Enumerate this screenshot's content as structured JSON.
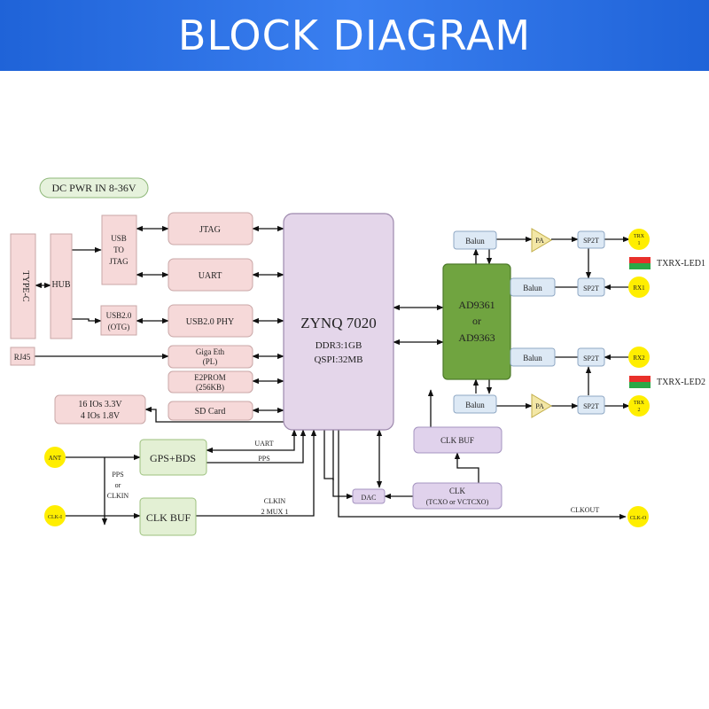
{
  "banner": {
    "title": "BLOCK DIAGRAM"
  },
  "colors": {
    "banner": "#2a6fe6",
    "pink": "#f6d9d9",
    "purple": "#e0d2ec",
    "zynq": "#e4d6ea",
    "green_box": "#e3f0d4",
    "ad_chip": "#70a440",
    "balun": "#dde9f5",
    "pa": "#f3e7a6",
    "port": "#ffee00",
    "led_red": "#e8302a",
    "led_green": "#2aa847"
  },
  "power": {
    "label": "DC PWR IN 8-36V"
  },
  "left": {
    "type_c": "TYPE-C",
    "hub": "HUB",
    "usb_jtag": [
      "USB",
      "TO",
      "JTAG"
    ],
    "usb_otg": [
      "USB2.0",
      "(OTG)"
    ],
    "rj45": "RJ45",
    "io_lines": [
      "16 IOs 3.3V",
      "4 IOs 1.8V"
    ]
  },
  "periph": {
    "jtag": "JTAG",
    "uart": "UART",
    "usb_phy": "USB2.0 PHY",
    "eth": [
      "Giga Eth",
      "(PL)"
    ],
    "e2prom": [
      "E2PROM",
      "(256KB)"
    ],
    "sd": "SD Card"
  },
  "zynq": {
    "title": "ZYNQ 7020",
    "ddr": "DDR3:1GB",
    "qspi": "QSPI:32MB"
  },
  "gps": {
    "label": "GPS+BDS",
    "ant": "ANT",
    "uart": "UART",
    "pps": "PPS",
    "pps_clkin": [
      "PPS",
      "or",
      "CLKIN"
    ]
  },
  "clkbuf_left": {
    "label": "CLK BUF",
    "clk_i": "CLK-I",
    "clkin": [
      "CLKIN",
      "2 MUX 1"
    ]
  },
  "clk": {
    "buf": "CLK BUF",
    "dac": "DAC",
    "clk": [
      "CLK",
      "(TCXO or VCTCXO)"
    ],
    "clkout": "CLKOUT",
    "clk_o": "CLK-O"
  },
  "rf": {
    "chip": [
      "AD9361",
      "or",
      "AD9363"
    ],
    "balun": "Balun",
    "pa": "PA",
    "sp2t": "SP2T",
    "trx1": [
      "TRX",
      "1"
    ],
    "rx1": "RX1",
    "rx2": "RX2",
    "trx2": [
      "TRX",
      "2"
    ],
    "led1": "TXRX-LED1",
    "led2": "TXRX-LED2"
  }
}
